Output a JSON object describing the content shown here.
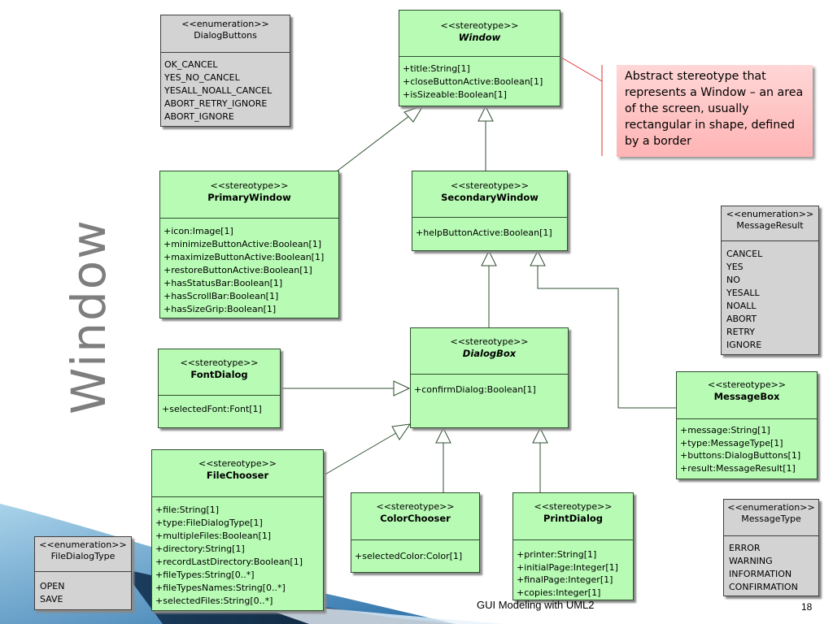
{
  "slide": {
    "title": "Window",
    "footer": "GUI Modeling with UML2",
    "page_number": "18"
  },
  "note": {
    "text": "Abstract stereotype that represents a Window – an area of the screen, usually rectangular in shape, defined by a border"
  },
  "colors": {
    "class_fill": "#b7fbb4",
    "enum_fill": "#d3d3d3",
    "note_fill": "#ffb4b4",
    "note_line": "#e03030"
  },
  "classes": {
    "window": {
      "stereotype": "<<stereotype>>",
      "name": "Window",
      "attrs": [
        "+title:String[1]",
        "+closeButtonActive:Boolean[1]",
        "+isSizeable:Boolean[1]"
      ]
    },
    "primary_window": {
      "stereotype": "<<stereotype>>",
      "name": "PrimaryWindow",
      "attrs": [
        "+icon:Image[1]",
        "+minimizeButtonActive:Boolean[1]",
        "+maximizeButtonActive:Boolean[1]",
        "+restoreButtonActive:Boolean[1]",
        "+hasStatusBar:Boolean[1]",
        "+hasScrollBar:Boolean[1]",
        "+hasSizeGrip:Boolean[1]"
      ]
    },
    "secondary_window": {
      "stereotype": "<<stereotype>>",
      "name": "SecondaryWindow",
      "attrs": [
        "+helpButtonActive:Boolean[1]"
      ]
    },
    "dialog_box": {
      "stereotype": "<<stereotype>>",
      "name": "DialogBox",
      "attrs": [
        "+confirmDialog:Boolean[1]"
      ]
    },
    "font_dialog": {
      "stereotype": "<<stereotype>>",
      "name": "FontDialog",
      "attrs": [
        "+selectedFont:Font[1]"
      ]
    },
    "message_box": {
      "stereotype": "<<stereotype>>",
      "name": "MessageBox",
      "attrs": [
        "+message:String[1]",
        "+type:MessageType[1]",
        "+buttons:DialogButtons[1]",
        "+result:MessageResult[1]"
      ]
    },
    "file_chooser": {
      "stereotype": "<<stereotype>>",
      "name": "FileChooser",
      "attrs": [
        "+file:String[1]",
        "+type:FileDialogType[1]",
        "+multipleFiles:Boolean[1]",
        "+directory:String[1]",
        "+recordLastDirectory:Boolean[1]",
        "+fileTypes:String[0..*]",
        "+fileTypesNames:String[0..*]",
        "+selectedFiles:String[0..*]"
      ]
    },
    "color_chooser": {
      "stereotype": "<<stereotype>>",
      "name": "ColorChooser",
      "attrs": [
        "+selectedColor:Color[1]"
      ]
    },
    "print_dialog": {
      "stereotype": "<<stereotype>>",
      "name": "PrintDialog",
      "attrs": [
        "+printer:String[1]",
        "+initialPage:Integer[1]",
        "+finalPage:Integer[1]",
        "+copies:Integer[1]"
      ]
    }
  },
  "enums": {
    "dialog_buttons": {
      "stereotype": "<<enumeration>>",
      "name": "DialogButtons",
      "values": [
        "OK_CANCEL",
        "YES_NO_CANCEL",
        "YESALL_NOALL_CANCEL",
        "ABORT_RETRY_IGNORE",
        "ABORT_IGNORE"
      ]
    },
    "message_result": {
      "stereotype": "<<enumeration>>",
      "name": "MessageResult",
      "values": [
        "CANCEL",
        "YES",
        "NO",
        "YESALL",
        "NOALL",
        "ABORT",
        "RETRY",
        "IGNORE"
      ]
    },
    "message_type": {
      "stereotype": "<<enumeration>>",
      "name": "MessageType",
      "values": [
        "ERROR",
        "WARNING",
        "INFORMATION",
        "CONFIRMATION"
      ]
    },
    "file_dialog_type": {
      "stereotype": "<<enumeration>>",
      "name": "FileDialogType",
      "values": [
        "OPEN",
        "SAVE"
      ]
    }
  }
}
